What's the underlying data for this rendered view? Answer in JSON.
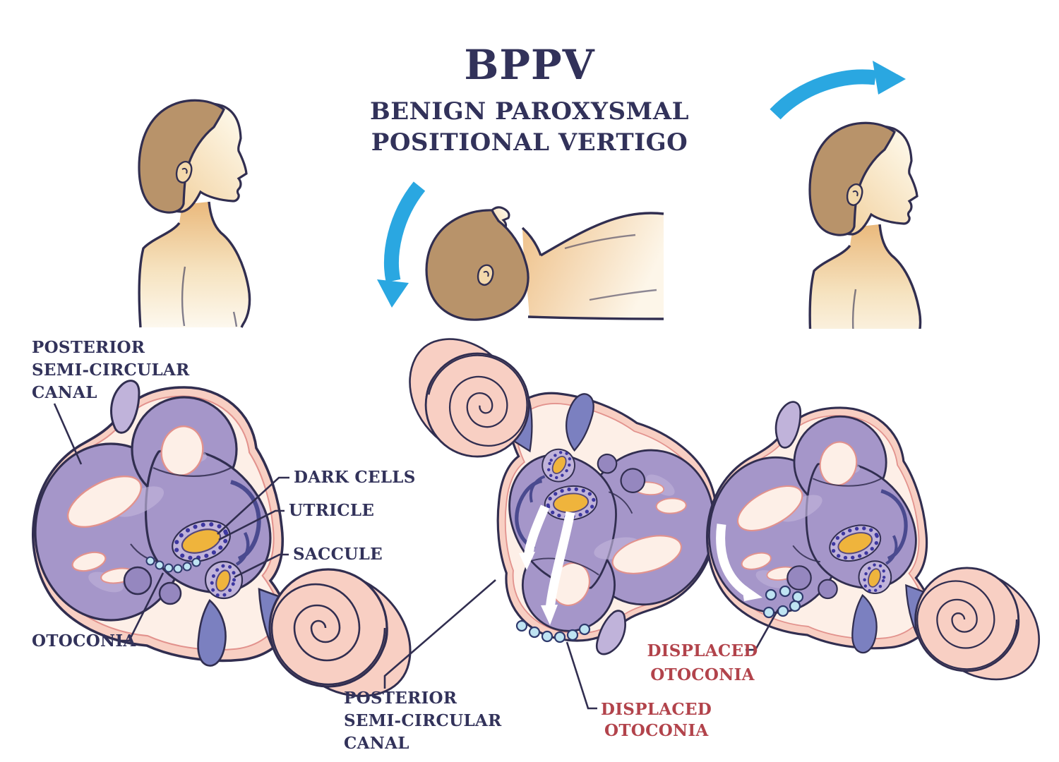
{
  "title": {
    "acronym": "BPPV",
    "subtitle_line1": "BENIGN PAROXYSMAL",
    "subtitle_line2": "POSITIONAL VERTIGO"
  },
  "ears": {
    "left": {
      "posterior_line1": "POSTERIOR",
      "posterior_line2": "SEMI-CIRCULAR",
      "posterior_line3": "CANAL",
      "dark_cells": "DARK CELLS",
      "utricle": "UTRICLE",
      "saccule": "SACCULE",
      "otoconia": "OTOCONIA"
    },
    "middle": {
      "posterior_line1": "POSTERIOR",
      "posterior_line2": "SEMI-CIRCULAR",
      "posterior_line3": "CANAL",
      "displaced_line1": "DISPLACED",
      "displaced_line2": "OTOCONIA"
    },
    "right": {
      "displaced_line1": "DISPLACED",
      "displaced_line2": "OTOCONIA"
    }
  },
  "colors": {
    "ink": "#312E50",
    "navy": "#32325A",
    "red": "#B2434B",
    "blue": "#2AA7E1",
    "pink": "#F8CFC3",
    "cream": "#FDEFE7",
    "salmon": "#E2928D",
    "purple": "#A596C9",
    "purple_light": "#C0B3DA",
    "purple_mid": "#9587BF",
    "purple_deep": "#7B80C0",
    "indigo": "#4A4A8F",
    "gold": "#EFB43C",
    "gold_edge": "#55487E",
    "dot": "#3D37A0",
    "oto": "#BFE4F2",
    "oto_edge": "#2F3A6D",
    "hair": "#B8936A",
    "skin_tan": "#EAB97C",
    "skin_light": "#FDF8EE"
  }
}
